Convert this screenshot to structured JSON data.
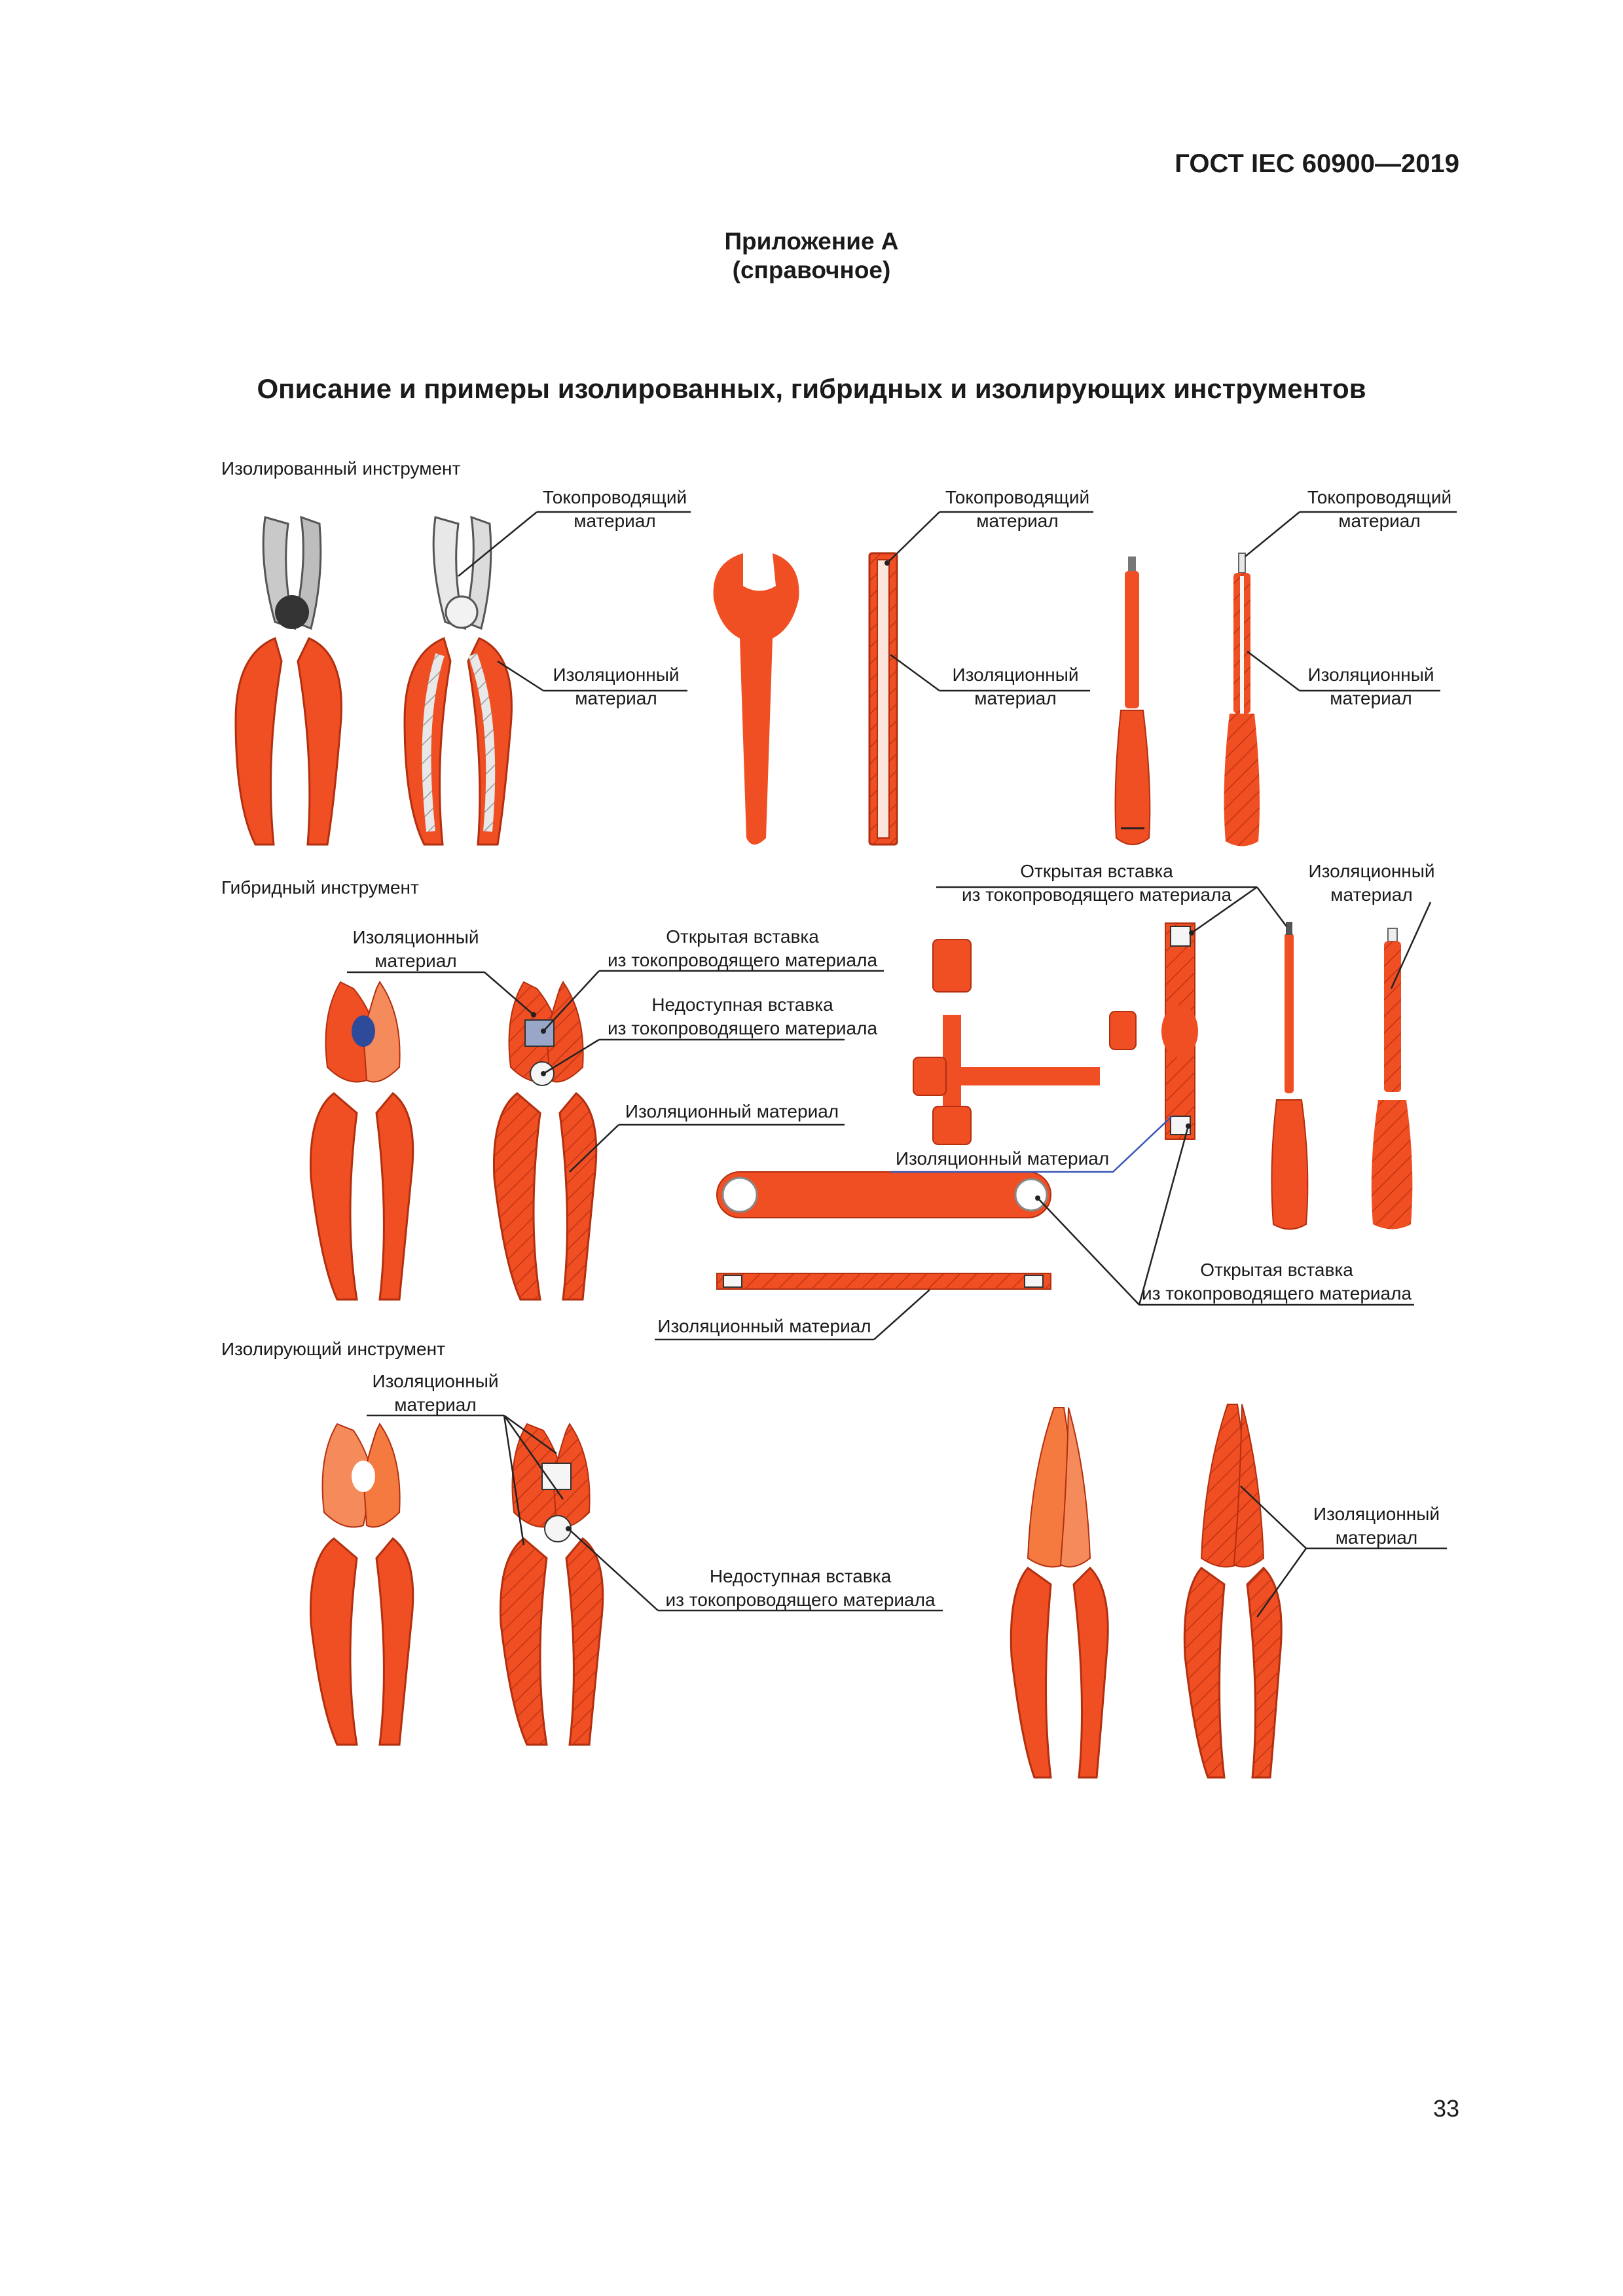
{
  "header": {
    "standard": "ГОСТ IEC 60900—2019"
  },
  "appendix": {
    "title": "Приложение А",
    "note": "(справочное)"
  },
  "title": "Описание и примеры изолированных, гибридных и изолирующих инструментов",
  "sections": {
    "insulated": "Изолированный инструмент",
    "hybrid": "Гибридный инструмент",
    "insulating": "Изолирующий инструмент"
  },
  "labels": {
    "conductive_1": "Токопроводящий",
    "conductive_2": "материал",
    "insulation_1": "Изоляционный",
    "insulation_2": "материал",
    "insulation_full": "Изоляционный материал",
    "open_insert_1": "Открытая вставка",
    "open_insert_2": "из токопроводящего материала",
    "closed_insert_1": "Недоступная вставка",
    "closed_insert_2": "из токопроводящего материала"
  },
  "colors": {
    "insulation": "#f04e23",
    "insulation_dark": "#c23412",
    "metal": "#b9b9b9",
    "leader": "#222222",
    "blue_leader": "#3a57b8"
  },
  "page_number": "33"
}
